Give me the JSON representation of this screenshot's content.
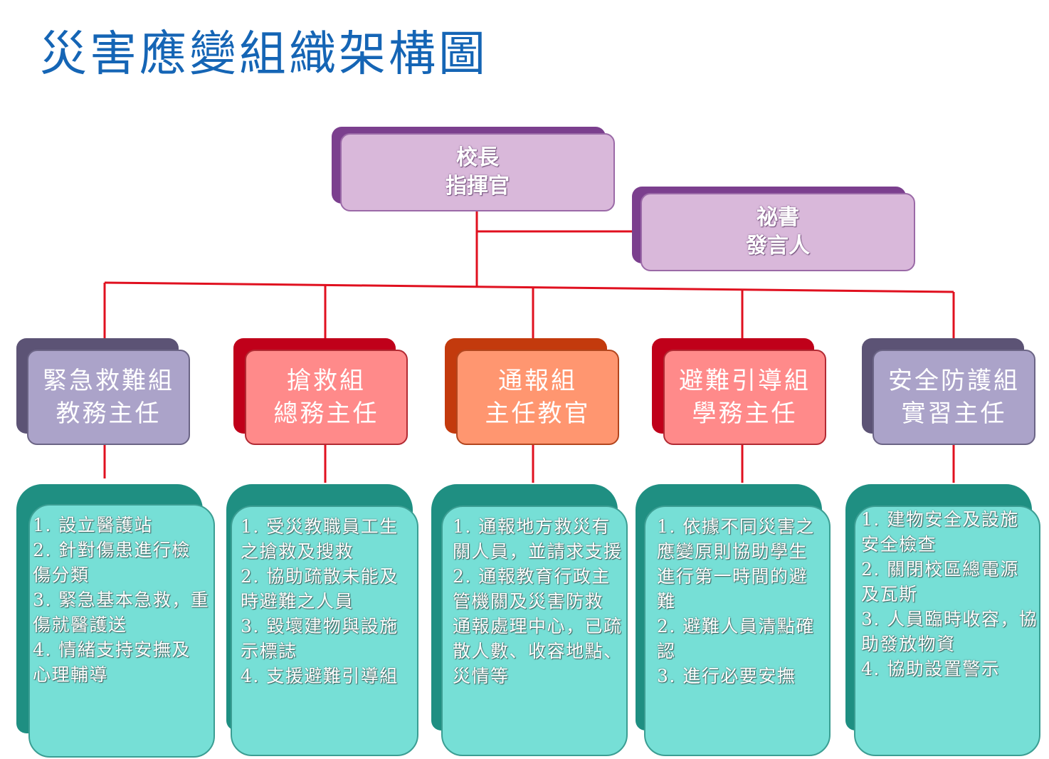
{
  "title": "災害應變組織架構圖",
  "commander": {
    "line1": "校長",
    "line2": "指揮官"
  },
  "secretary": {
    "line1": "祕書",
    "line2": "發言人"
  },
  "colors": {
    "title": "#1565b5",
    "connector": "#e0101f",
    "top_box": "#d9b8da",
    "purple_group": "#aba3c9",
    "red_group": "#ff8a8a",
    "orange_group": "#ff9670",
    "task_box": "#76dfd6",
    "task_box_back": "#1f8f82"
  },
  "groups": [
    {
      "name": "緊急救難組",
      "leader": "教務主任",
      "color": "purple",
      "tasks": [
        "1. 設立醫護站",
        "2. 針對傷患進行檢",
        "傷分類",
        "3. 緊急基本急救，重",
        "傷就醫護送",
        "4. 情緒支持安撫及",
        "心理輔導"
      ]
    },
    {
      "name": "搶救組",
      "leader": "總務主任",
      "color": "red",
      "tasks": [
        "1. 受災教職員工生",
        "之搶救及搜救",
        "2. 協助疏散未能及",
        "時避難之人員",
        "3. 毀壞建物與設施",
        "示標誌",
        "4. 支援避難引導組"
      ]
    },
    {
      "name": "通報組",
      "leader": "主任教官",
      "color": "orange",
      "tasks": [
        " 1. 通報地方救災有",
        "關人員，並請求支援",
        "2. 通報教育行政主",
        "管機關及災害防救",
        "通報處理中心，已疏",
        "散人數、收容地點、",
        "災情等"
      ]
    },
    {
      "name": "避難引導組",
      "leader": "學務主任",
      "color": "red",
      "tasks": [
        "1. 依據不同災害之",
        "應變原則協助學生",
        "進行第一時間的避",
        "難",
        "2. 避難人員清點確",
        "認",
        "3. 進行必要安撫"
      ]
    },
    {
      "name": "安全防護組",
      "leader": "實習主任",
      "color": "purple",
      "tasks": [
        "1. 建物安全及設施",
        "安全檢查",
        "2. 關閉校區總電源",
        "及瓦斯",
        "3. 人員臨時收容，協",
        "助發放物資",
        "4. 協助設置警示"
      ]
    }
  ]
}
